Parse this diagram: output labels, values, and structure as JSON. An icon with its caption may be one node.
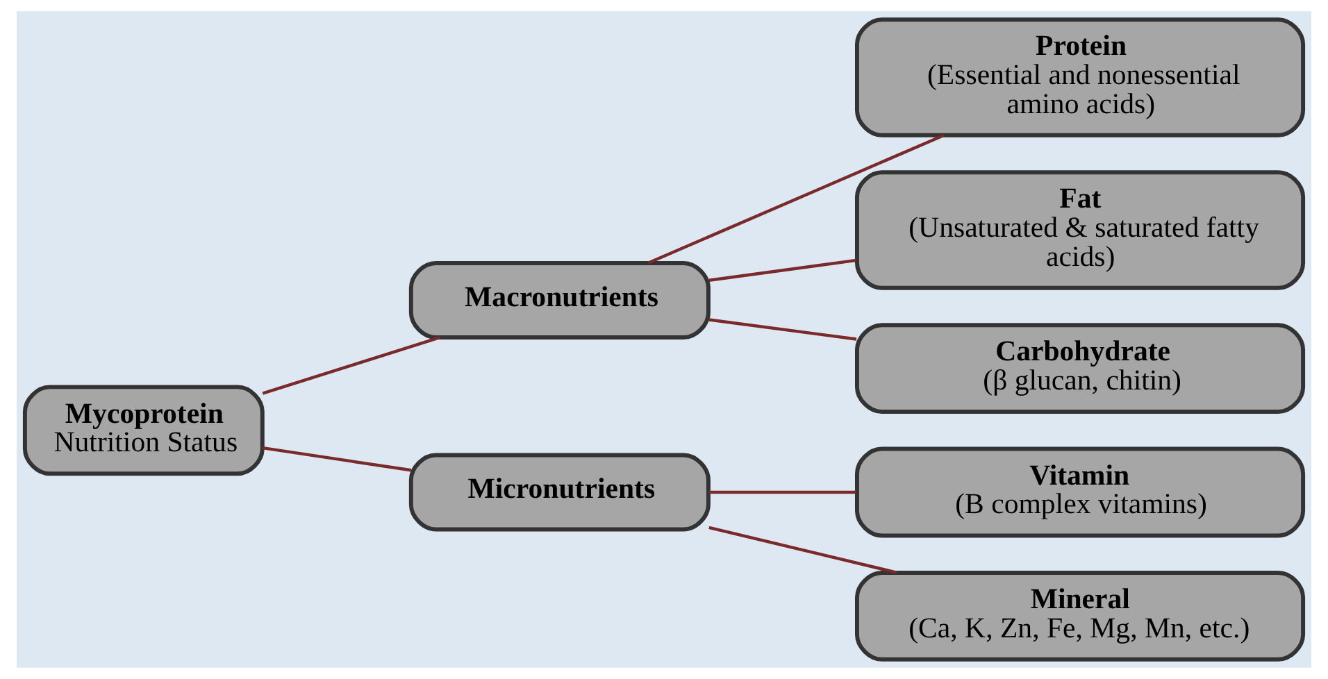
{
  "diagram": {
    "nodes": [
      {
        "text": [
          "Mycoprotein",
          "Nutrition Status"
        ]
      },
      {
        "text": [
          "Macronutrients"
        ]
      },
      {
        "text": [
          "Micronutrients"
        ]
      },
      {
        "text": [
          "Protein",
          "(Essential and nonessential amino acids)"
        ]
      },
      {
        "text": [
          "Fat",
          "(Unsaturated & saturated fatty acids)"
        ]
      },
      {
        "text": [
          "Carbohydrate",
          "(β glucan, chitin)"
        ]
      },
      {
        "text": [
          "Vitamin",
          "(B complex vitamins)"
        ]
      },
      {
        "text": [
          "Mineral",
          "(Ca, K, Zn, Fe, Mg, Mn, etc.)"
        ]
      }
    ],
    "edges": [
      {
        "from": 0,
        "to": 1,
        "arrow": "none"
      },
      {
        "from": 0,
        "to": 2,
        "arrow": "none"
      },
      {
        "from": 1,
        "to": 3,
        "arrow": "none"
      },
      {
        "from": 1,
        "to": 4,
        "arrow": "none"
      },
      {
        "from": 1,
        "to": 5,
        "arrow": "none"
      },
      {
        "from": 2,
        "to": 6,
        "arrow": "none"
      },
      {
        "from": 2,
        "to": 7,
        "arrow": "none"
      }
    ]
  }
}
